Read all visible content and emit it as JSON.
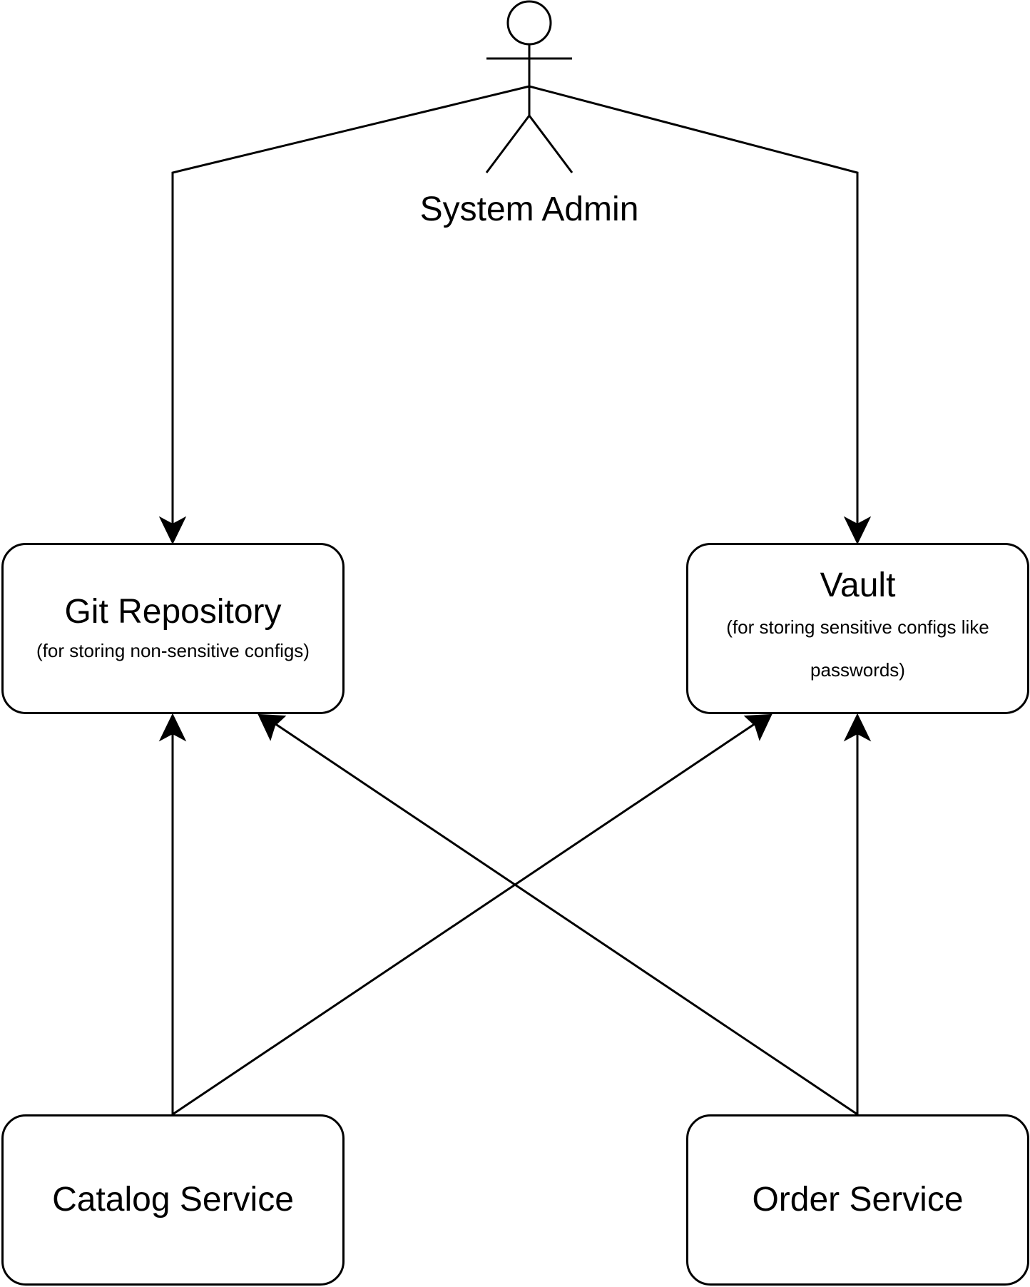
{
  "colors": {
    "stroke": "#000000",
    "background": "#ffffff"
  },
  "actor": {
    "label": "System Admin",
    "icon": "stick-figure-icon"
  },
  "nodes": {
    "git": {
      "title": "Git Repository",
      "subtitle": "(for storing non-sensitive configs)"
    },
    "vault": {
      "title": "Vault",
      "subtitle": "(for storing sensitive configs like passwords)"
    },
    "catalog": {
      "title": "Catalog Service"
    },
    "order": {
      "title": "Order Service"
    }
  },
  "edges": [
    {
      "from": "actor",
      "to": "git"
    },
    {
      "from": "actor",
      "to": "vault"
    },
    {
      "from": "catalog",
      "to": "git"
    },
    {
      "from": "catalog",
      "to": "vault"
    },
    {
      "from": "order",
      "to": "git"
    },
    {
      "from": "order",
      "to": "vault"
    }
  ]
}
